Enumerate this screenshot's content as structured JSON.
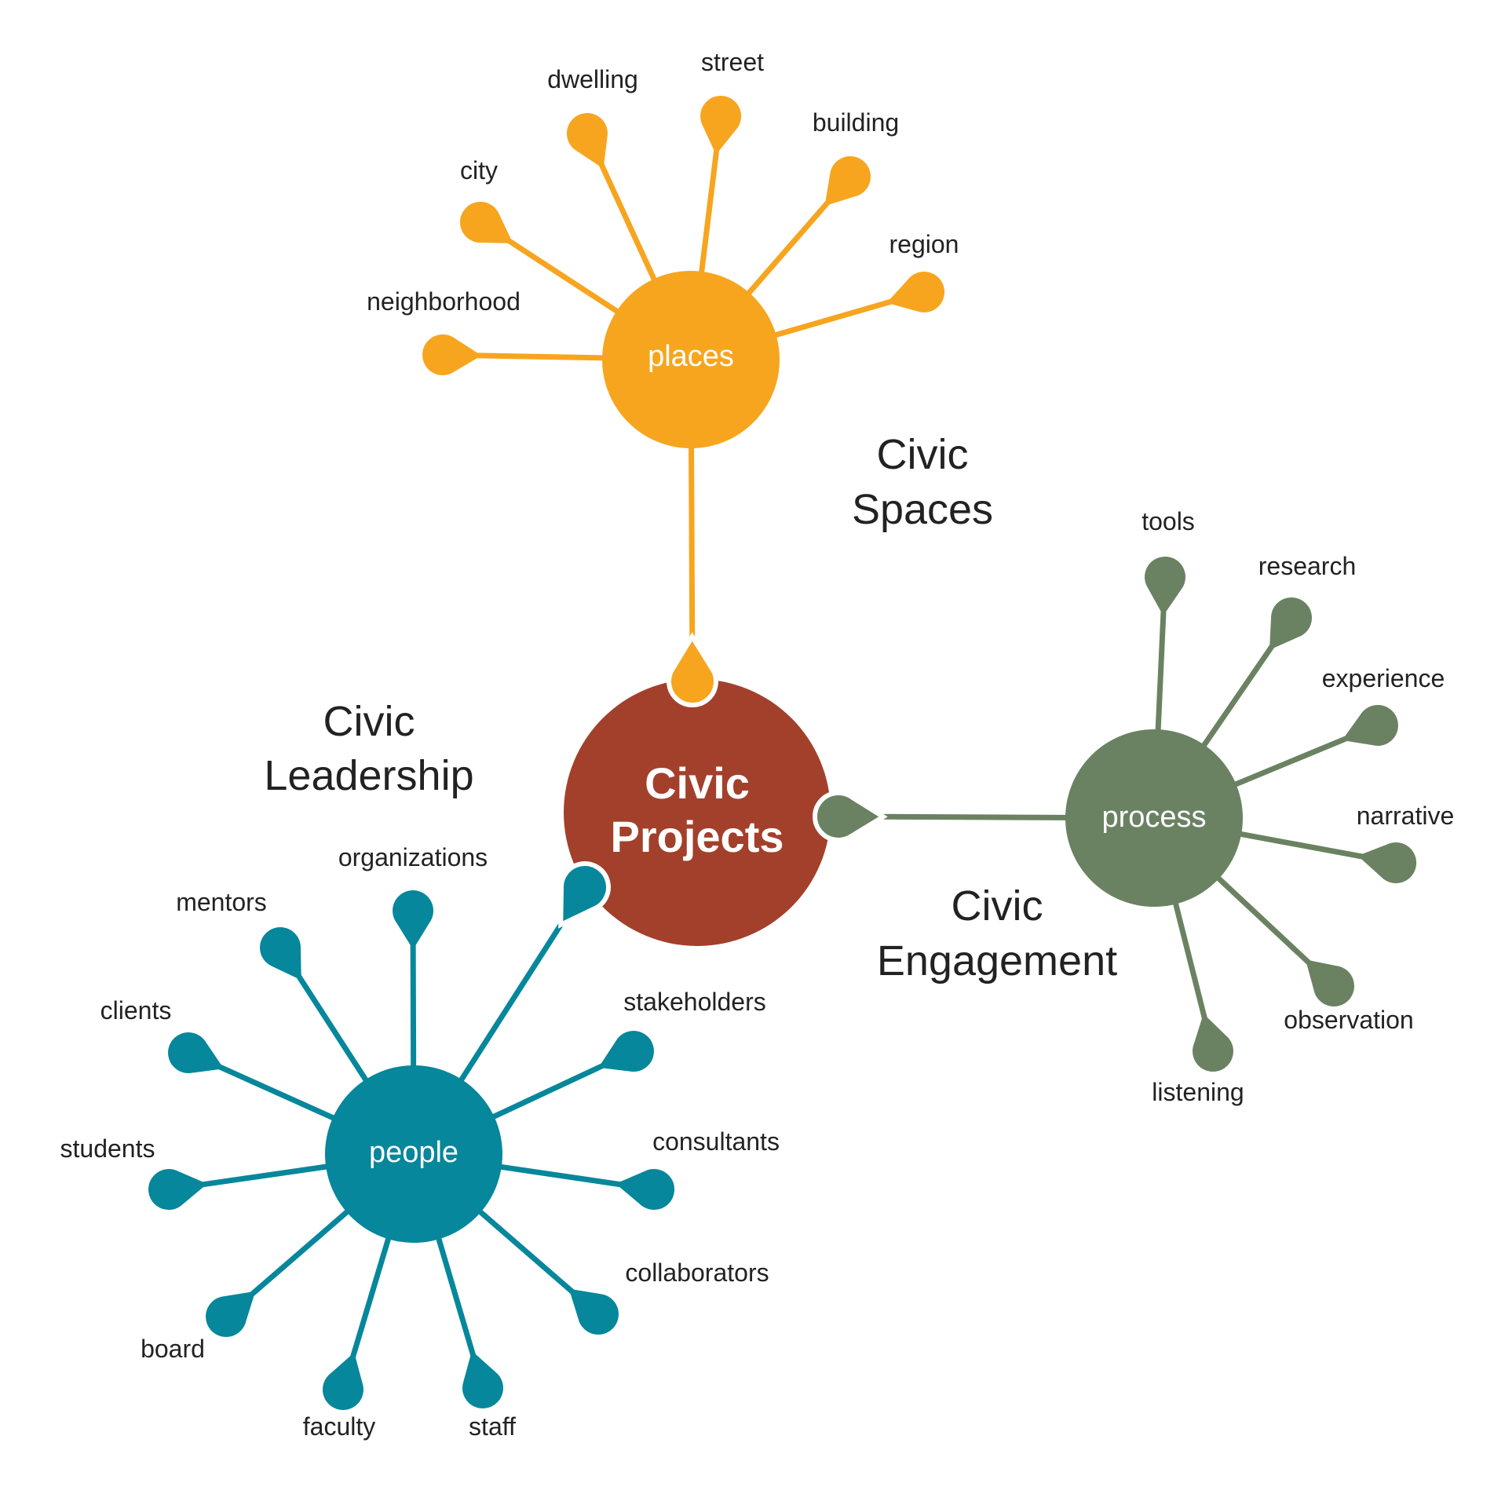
{
  "center": {
    "line1": "Civic",
    "line2": "Projects",
    "color": "#a3402b"
  },
  "areas": [
    {
      "line1": "Civic",
      "line2": "Spaces"
    },
    {
      "line1": "Civic",
      "line2": "Leadership"
    },
    {
      "line1": "Civic",
      "line2": "Engagement"
    }
  ],
  "hubs": [
    {
      "label": "places",
      "color": "#f7a51f",
      "leaves": [
        "neighborhood",
        "city",
        "dwelling",
        "street",
        "building",
        "region"
      ]
    },
    {
      "label": "process",
      "color": "#6a8262",
      "leaves": [
        "tools",
        "research",
        "experience",
        "narrative",
        "observation",
        "listening"
      ]
    },
    {
      "label": "people",
      "color": "#06879b",
      "leaves": [
        "organizations",
        "mentors",
        "clients",
        "students",
        "board",
        "faculty",
        "staff",
        "collaborators",
        "consultants",
        "stakeholders"
      ]
    }
  ]
}
